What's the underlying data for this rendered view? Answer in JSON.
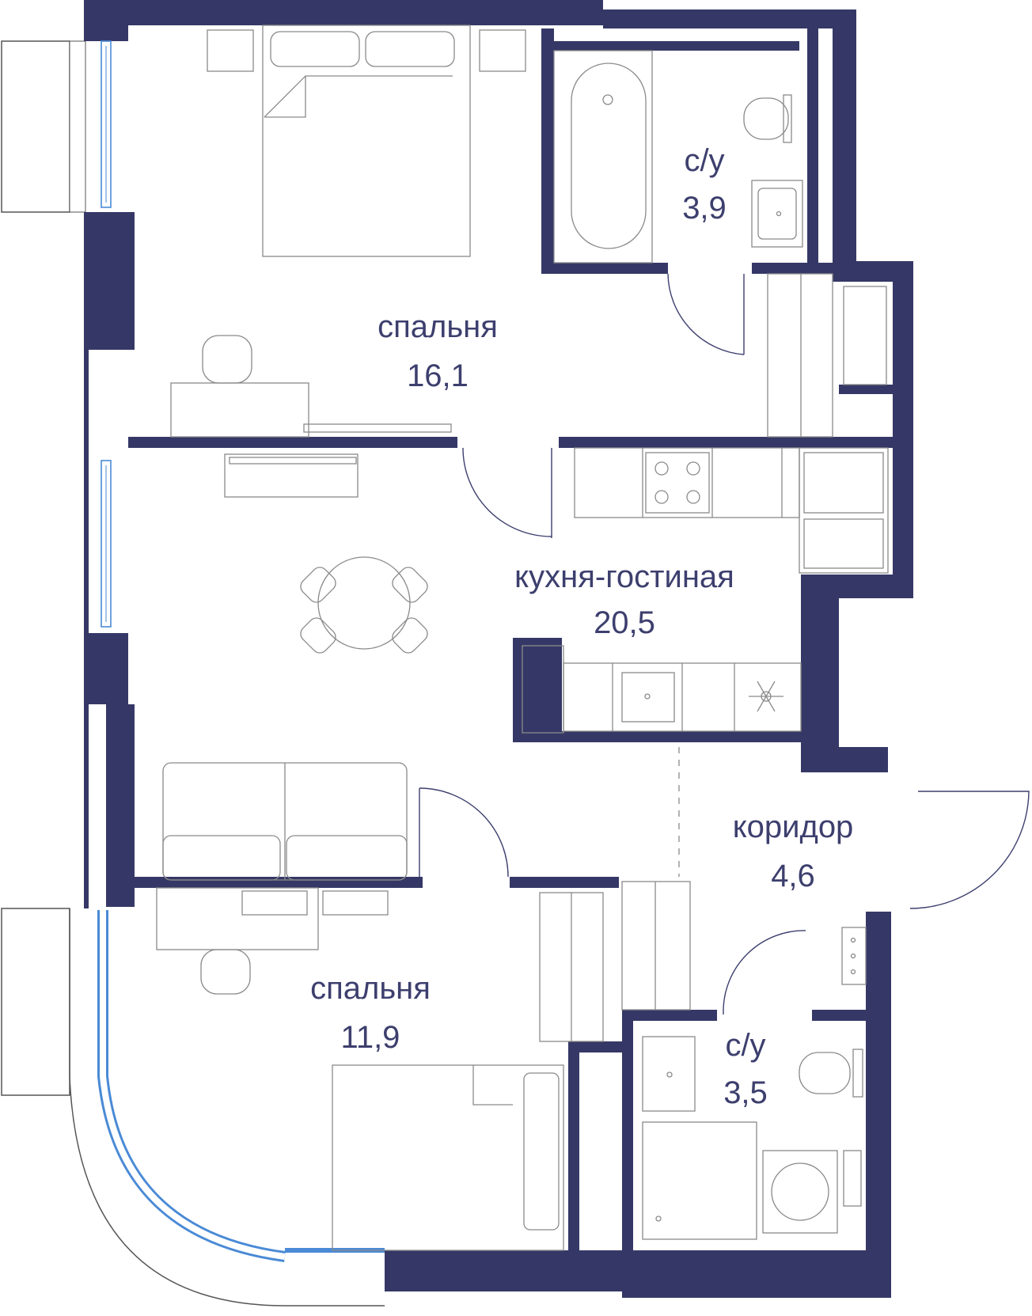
{
  "rooms": [
    {
      "id": "bedroom-1",
      "name": "спальня",
      "area": "16,1"
    },
    {
      "id": "bathroom-1",
      "name": "с/у",
      "area": "3,9"
    },
    {
      "id": "kitchen-living",
      "name": "кухня-гостиная",
      "area": "20,5"
    },
    {
      "id": "corridor",
      "name": "коридор",
      "area": "4,6"
    },
    {
      "id": "bedroom-2",
      "name": "спальня",
      "area": "11,9"
    },
    {
      "id": "bathroom-2",
      "name": "с/у",
      "area": "3,5"
    }
  ],
  "colors": {
    "wall": "#353866",
    "text": "#3d3f6e",
    "window": "#4a8ad6",
    "furniture": "#8a8a8a"
  }
}
